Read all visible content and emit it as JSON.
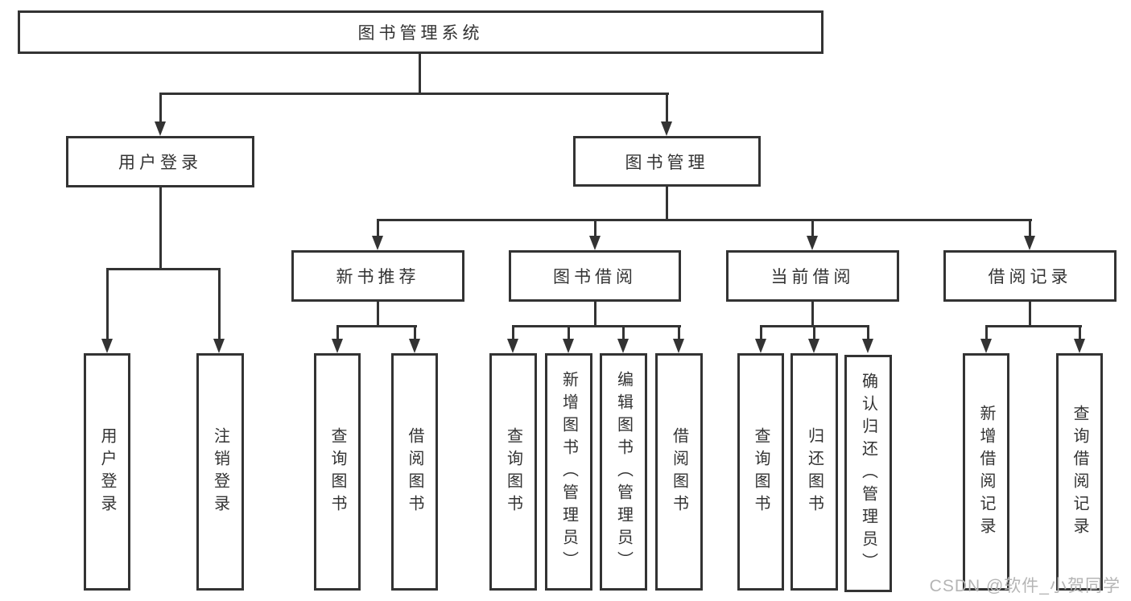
{
  "diagram_title": "图书管理系统",
  "nodes": {
    "root": "图书管理系统",
    "user_login": "用户登录",
    "book_management": "图书管理",
    "new_book_recommendation": "新书推荐",
    "book_borrowing": "图书借阅",
    "current_borrowing": "当前借阅",
    "borrowing_records": "借阅记录",
    "leaf_user_login": "用户登录",
    "leaf_logout": "注销登录",
    "leaf_query_books_1": "查询图书",
    "leaf_borrow_books_1": "借阅图书",
    "leaf_query_books_2": "查询图书",
    "leaf_add_books_admin": "新增图书（管理员）",
    "leaf_edit_books_admin": "编辑图书（管理员）",
    "leaf_borrow_books_2": "借阅图书",
    "leaf_query_books_3": "查询图书",
    "leaf_return_books": "归还图书",
    "leaf_confirm_return_admin": "确认归还（管理员）",
    "leaf_add_borrow_record": "新增借阅记录",
    "leaf_query_borrow_record": "查询借阅记录"
  },
  "watermark": "CSDN @软件_小贺同学",
  "colors": {
    "line": "#333333",
    "text": "#333333",
    "background": "#ffffff",
    "watermark": "#b5b5b5"
  }
}
